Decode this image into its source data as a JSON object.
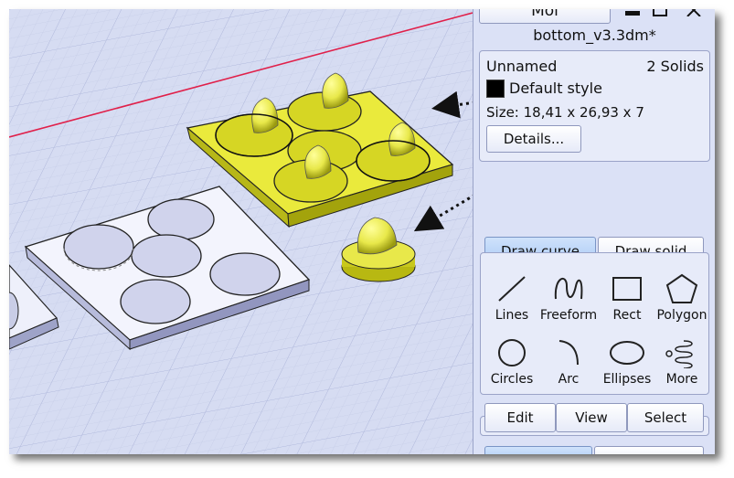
{
  "window": {
    "app_button_label": "Moi",
    "file_name": "bottom_v3.3dm*"
  },
  "properties": {
    "object_name": "Unnamed",
    "selection_count": "2 Solids",
    "style_swatch_color": "#000000",
    "style_name": "Default style",
    "size_text": "Size: 18,41 x 26,93 x 7",
    "details_label": "Details..."
  },
  "draw_tabs": {
    "curve_label": "Draw curve",
    "solid_label": "Draw solid"
  },
  "tools": [
    {
      "label": "Lines",
      "icon": "line-icon"
    },
    {
      "label": "Freeform",
      "icon": "freeform-icon"
    },
    {
      "label": "Rect",
      "icon": "rect-icon"
    },
    {
      "label": "Polygon",
      "icon": "polygon-icon"
    },
    {
      "label": "Circles",
      "icon": "circle-icon"
    },
    {
      "label": "Arc",
      "icon": "arc-icon"
    },
    {
      "label": "Ellipses",
      "icon": "ellipse-icon"
    },
    {
      "label": "More",
      "icon": "more-icon"
    }
  ],
  "bottom_tabs": {
    "edit_label": "Edit",
    "view_label": "View",
    "select_label": "Select"
  },
  "colors": {
    "viewport_bg": "#d6dcf2",
    "panel_bg": "#dbe1f6",
    "solid_yellow": "#e8e84a",
    "axis_red": "#e0204a",
    "active_tab": "#b8d3f8"
  }
}
